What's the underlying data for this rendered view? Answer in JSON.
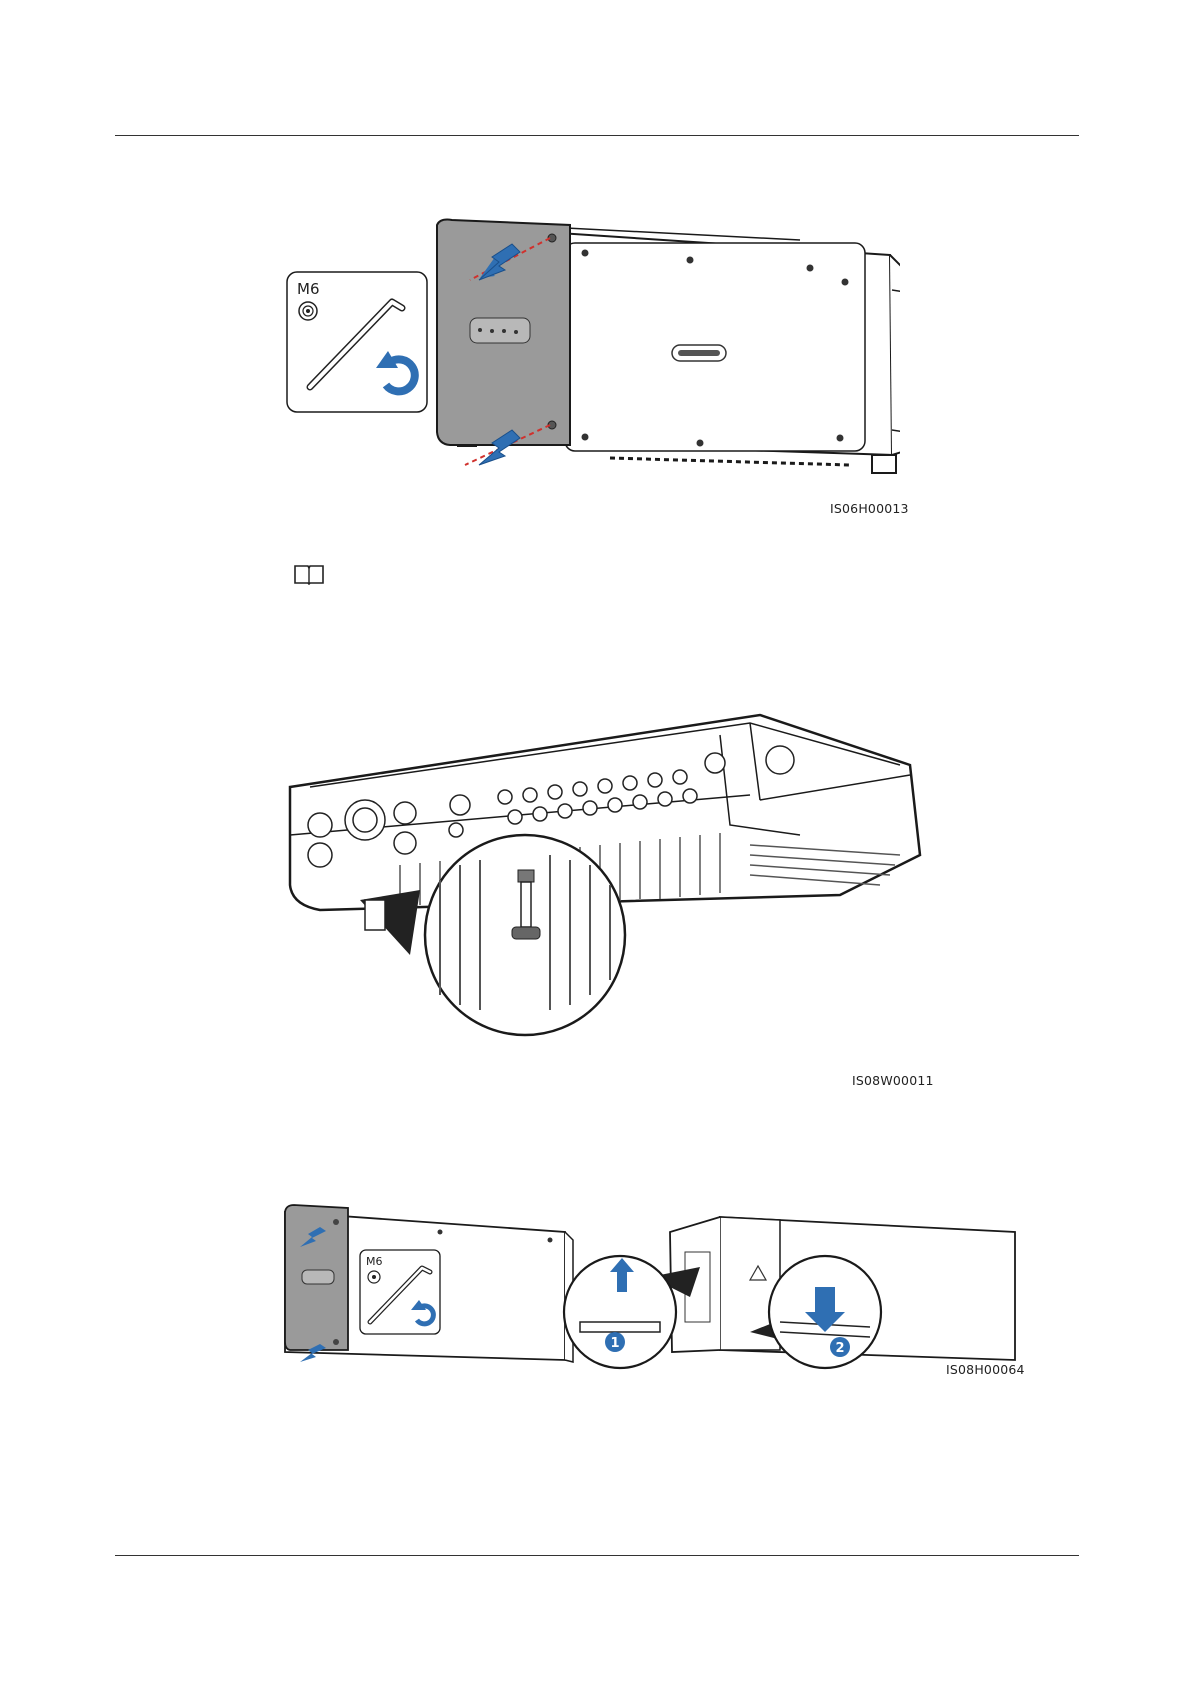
{
  "figures": [
    {
      "id": "IS06H00013",
      "tool_label": "M6"
    },
    {
      "id": "IS08W00011"
    },
    {
      "id": "IS08H00064",
      "tool_label": "M6",
      "step_1": "1",
      "step_2": "2"
    }
  ],
  "colors": {
    "arrow_blue": "#2f6fb3",
    "cover_gray": "#9a9a9a",
    "line": "#1a1a1a",
    "marker_red": "#d0312d"
  },
  "icons": [
    "book-note-icon",
    "allen-wrench-icon",
    "rotate-counterclockwise-icon"
  ]
}
